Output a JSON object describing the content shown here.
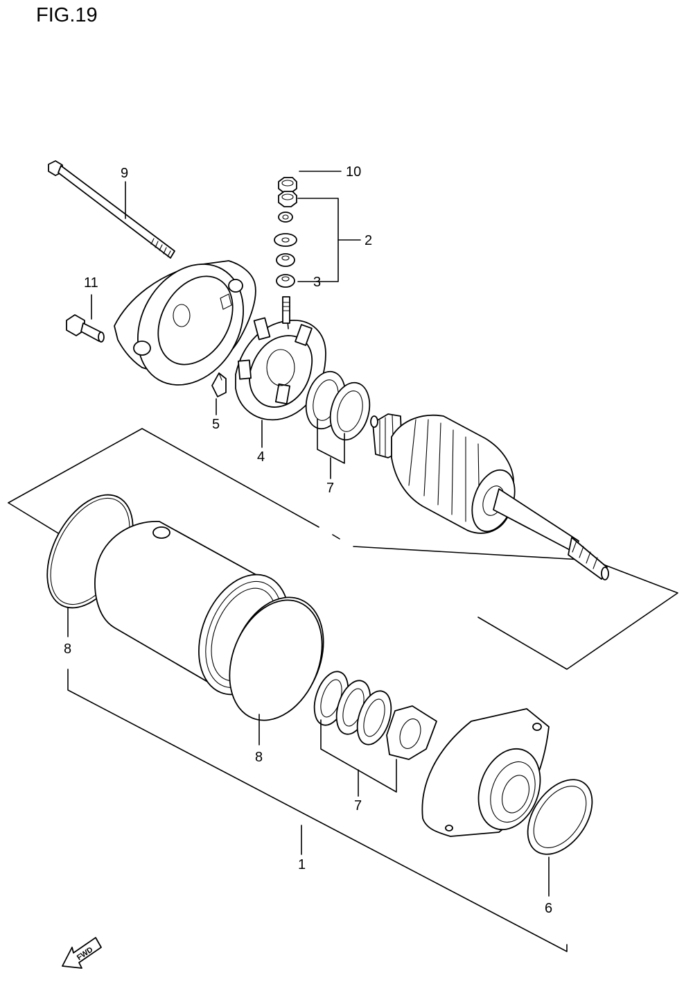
{
  "figure": {
    "title": "FIG.19"
  },
  "callouts": {
    "c1": "1",
    "c2": "2",
    "c3": "3",
    "c4": "4",
    "c5": "5",
    "c6": "6",
    "c7a": "7",
    "c7b": "7",
    "c8a": "8",
    "c8b": "8",
    "c9": "9",
    "c10": "10",
    "c11": "11"
  },
  "direction_arrow": {
    "label": "FWD",
    "icon": "fwd-arrow-icon"
  }
}
